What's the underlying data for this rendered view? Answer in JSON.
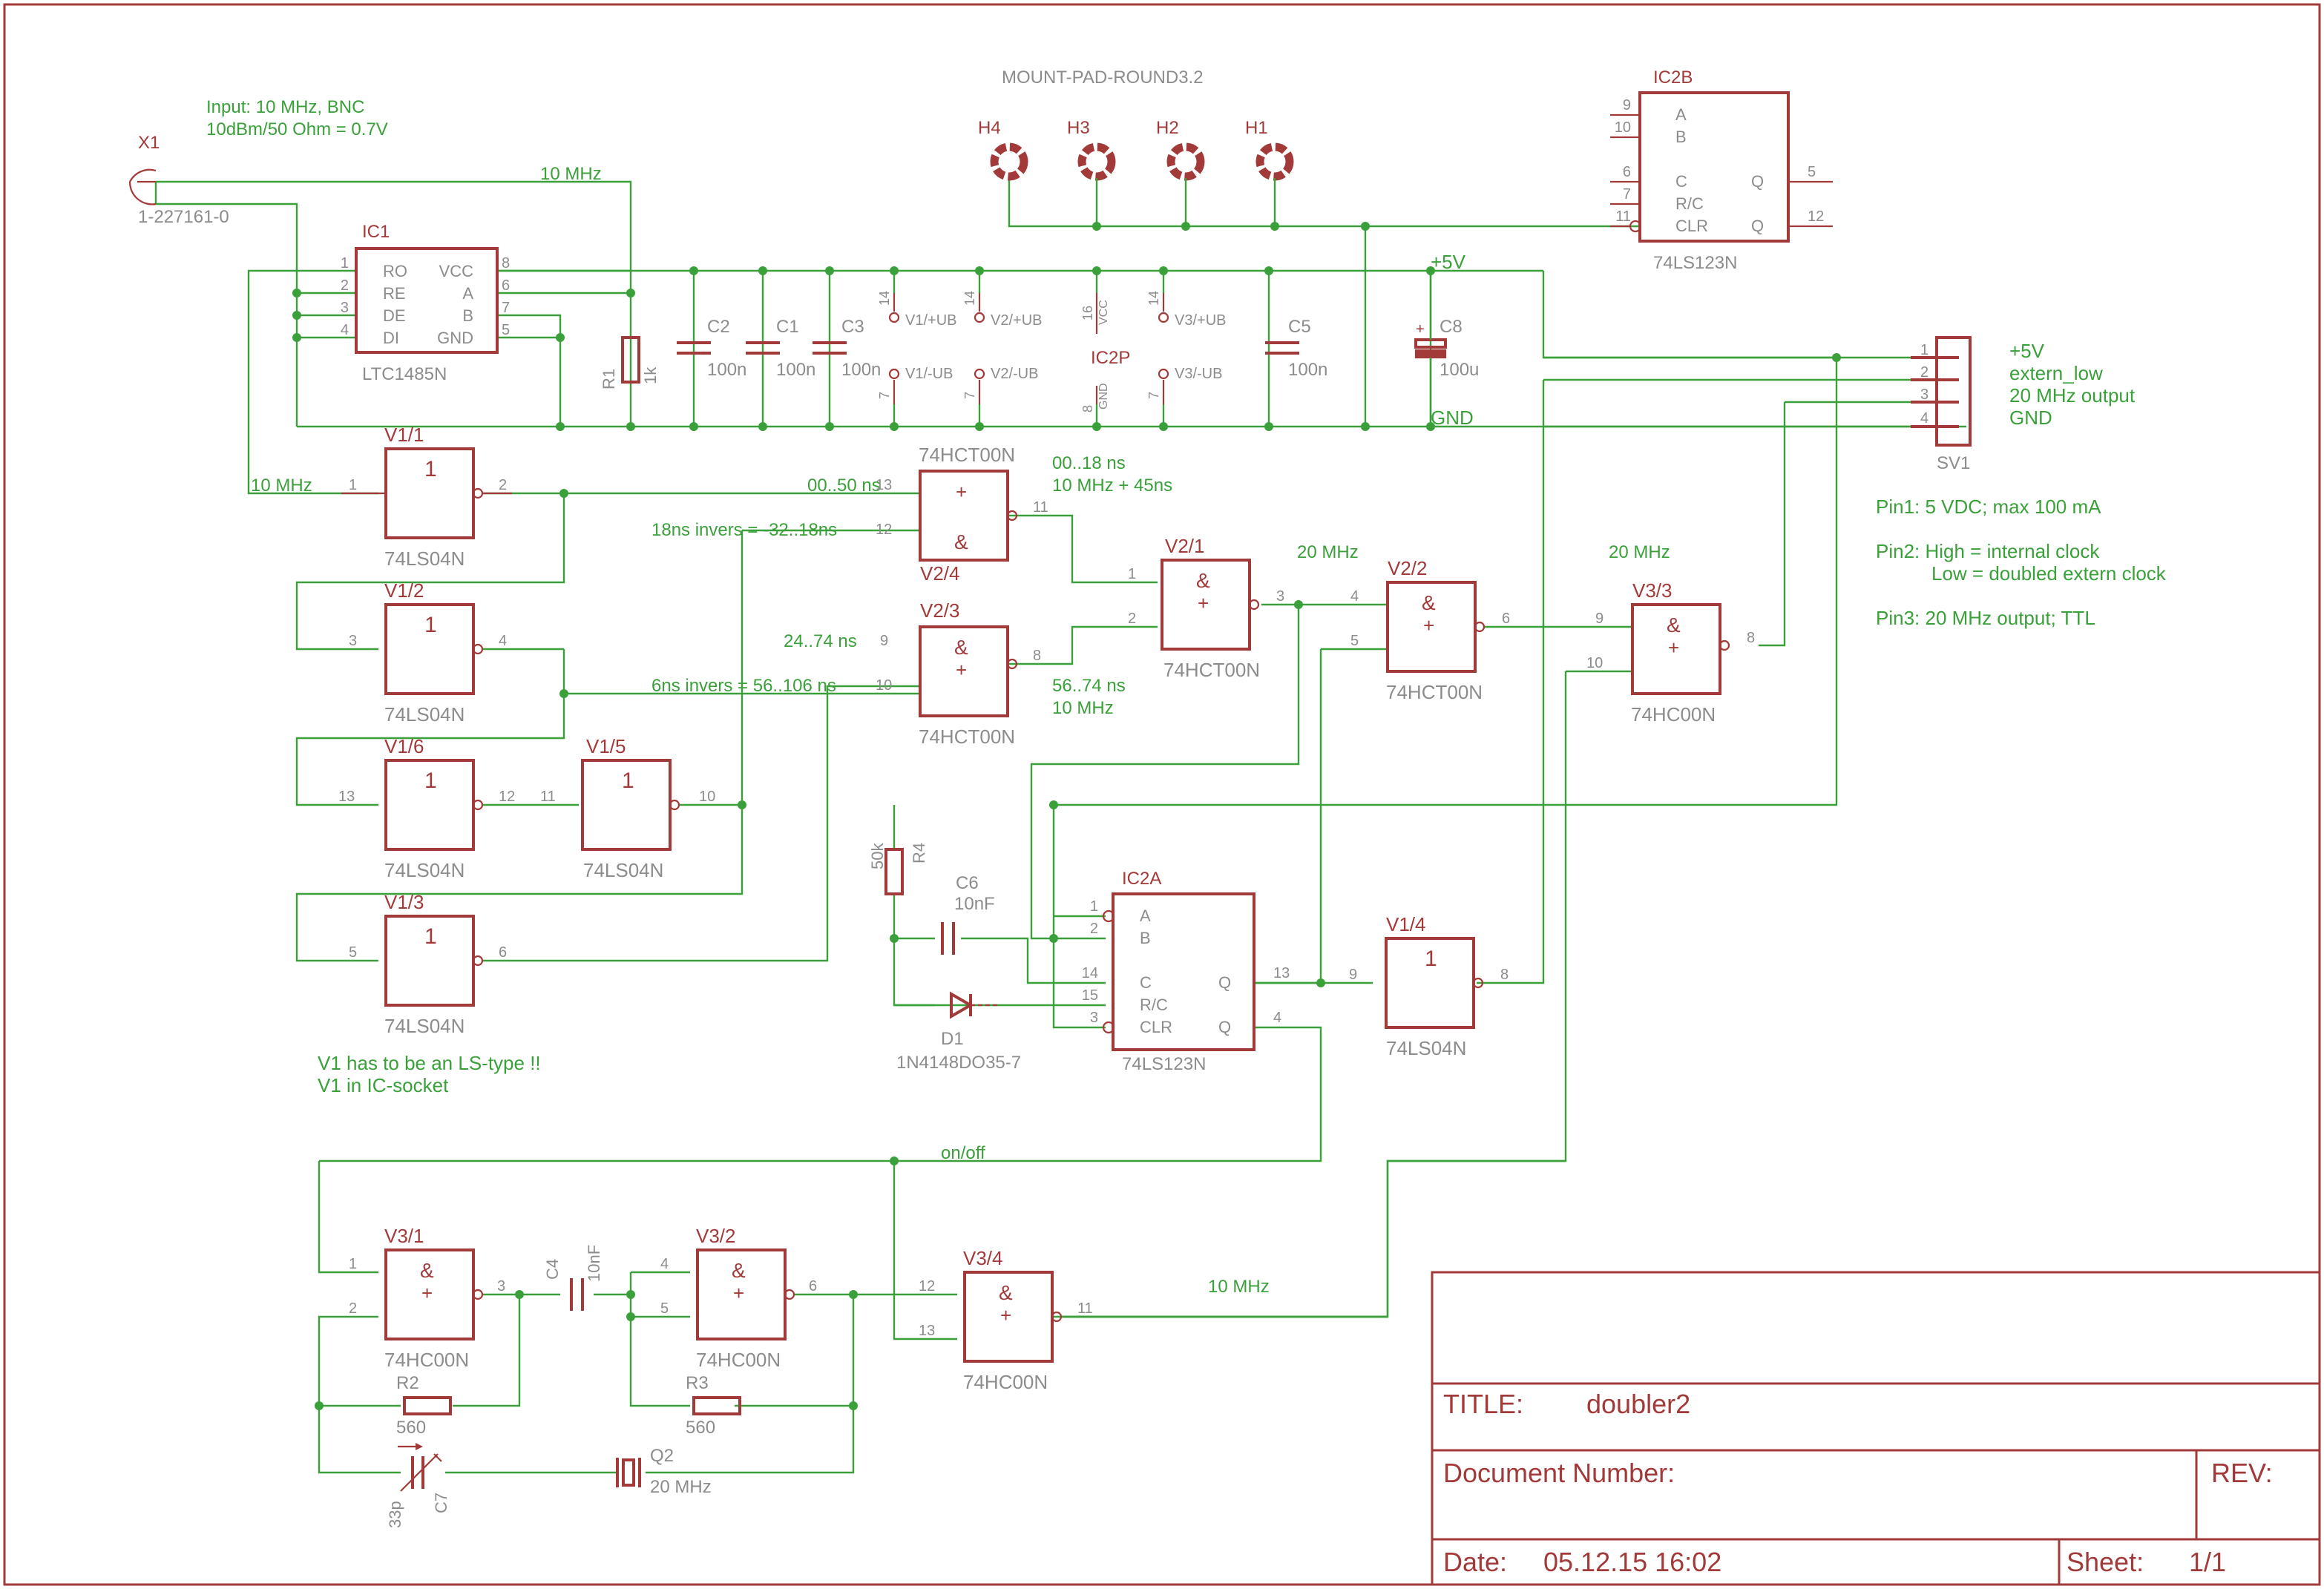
{
  "notes": {
    "input_line1": "Input: 10 MHz, BNC",
    "input_line2": "10dBm/50 Ohm = 0.7V",
    "mount_pad": "MOUNT-PAD-ROUND3.2",
    "v1_note1": "V1 has to be an LS-type !!",
    "v1_note2": "V1 in IC-socket",
    "pin1": "Pin1:  5 VDC;  max 100 mA",
    "pin2a": "Pin2: High = internal clock",
    "pin2b": "Low = doubled extern clock",
    "pin3": "Pin3: 20 MHz output; TTL"
  },
  "connector_sv1": {
    "name": "SV1",
    "labels": [
      "+5V",
      "extern_low",
      "20 MHz output",
      "GND"
    ],
    "pins": [
      "1",
      "2",
      "3",
      "4"
    ]
  },
  "bnc": {
    "name": "X1",
    "part": "1-227161-0"
  },
  "nets": {
    "n10mhz_top": "10 MHz",
    "n10mhz_left": "10 MHz",
    "plus5v": "+5V",
    "gnd": "GND",
    "t0050": "00..50 ns",
    "t0018": "00..18 ns",
    "t10p45": "10 MHz + 45ns",
    "t18inv": "18ns invers = -32..18ns",
    "t2474": "24..74 ns",
    "t6inv": "6ns invers = 56..106 ns",
    "t5674": "56..74 ns",
    "t10mhz_b": "10 MHz",
    "n20a": "20 MHz",
    "n20b": "20 MHz",
    "onoff": "on/off",
    "n10mhz_osc": "10 MHz"
  },
  "ic1": {
    "ref": "IC1",
    "part": "LTC1485N",
    "pins_left": [
      "RO",
      "RE",
      "DE",
      "DI"
    ],
    "pins_right": [
      "VCC",
      "A",
      "B",
      "GND"
    ],
    "nums_left": [
      "1",
      "2",
      "3",
      "4"
    ],
    "nums_right": [
      "8",
      "6",
      "7",
      "5"
    ]
  },
  "ic2b": {
    "ref": "IC2B",
    "part": "74LS123N",
    "labels": [
      "A",
      "B",
      "C",
      "R/C",
      "CLR",
      "Q",
      "Q"
    ],
    "nums": [
      "9",
      "10",
      "6",
      "7",
      "11",
      "5",
      "12"
    ]
  },
  "ic2a": {
    "ref": "IC2A",
    "part": "74LS123N",
    "labels": [
      "A",
      "B",
      "C",
      "R/C",
      "CLR",
      "Q",
      "Q"
    ],
    "nums": [
      "1",
      "2",
      "14",
      "15",
      "3",
      "13",
      "4"
    ]
  },
  "ic2p": {
    "ref": "IC2P",
    "vcc": "VCC",
    "gnd": "GND",
    "p16": "16",
    "p8": "8"
  },
  "supply_pins": {
    "v1p": "V1/+UB",
    "v2p": "V2/+UB",
    "v3p": "V3/+UB",
    "v1m": "V1/-UB",
    "v2m": "V2/-UB",
    "v3m": "V3/-UB",
    "n14": "14",
    "n7": "7"
  },
  "holes": [
    "H4",
    "H3",
    "H2",
    "H1"
  ],
  "caps": [
    {
      "ref": "C2",
      "val": "100n"
    },
    {
      "ref": "C1",
      "val": "100n"
    },
    {
      "ref": "C3",
      "val": "100n"
    },
    {
      "ref": "C5",
      "val": "100n"
    },
    {
      "ref": "C8",
      "val": "100u"
    },
    {
      "ref": "C6",
      "val": "10nF"
    },
    {
      "ref": "C4",
      "val": "10nF"
    },
    {
      "ref": "C7",
      "val": "33p"
    }
  ],
  "resistors": [
    {
      "ref": "R1",
      "val": "1k"
    },
    {
      "ref": "R4",
      "val": "50k"
    },
    {
      "ref": "R2",
      "val": "560"
    },
    {
      "ref": "R3",
      "val": "560"
    }
  ],
  "diode": {
    "ref": "D1",
    "part": "1N4148DO35-7"
  },
  "crystal": {
    "ref": "Q2",
    "val": "20 MHz"
  },
  "gates": {
    "v1_1": {
      "ref": "V1/1",
      "part": "74LS04N",
      "sym": "1",
      "pin_in": "1",
      "pin_out": "2"
    },
    "v1_2": {
      "ref": "V1/2",
      "part": "74LS04N",
      "sym": "1",
      "pin_in": "3",
      "pin_out": "4"
    },
    "v1_6": {
      "ref": "V1/6",
      "part": "74LS04N",
      "sym": "1",
      "pin_in": "13",
      "pin_out": "12"
    },
    "v1_5": {
      "ref": "V1/5",
      "part": "74LS04N",
      "sym": "1",
      "pin_in": "11",
      "pin_out": "10"
    },
    "v1_3": {
      "ref": "V1/3",
      "part": "74LS04N",
      "sym": "1",
      "pin_in": "5",
      "pin_out": "6"
    },
    "v1_4": {
      "ref": "V1/4",
      "part": "74LS04N",
      "sym": "1",
      "pin_in": "9",
      "pin_out": "8"
    },
    "v2_4": {
      "ref": "V2/4",
      "part": "74HCT00N",
      "p1": "13",
      "p2": "12",
      "po": "11"
    },
    "v2_3": {
      "ref": "V2/3",
      "part": "74HCT00N",
      "p1": "9",
      "p2": "10",
      "po": "8"
    },
    "v2_1": {
      "ref": "V2/1",
      "part": "74HCT00N",
      "p1": "1",
      "p2": "2",
      "po": "3"
    },
    "v2_2": {
      "ref": "V2/2",
      "part": "74HCT00N",
      "p1": "4",
      "p2": "5",
      "po": "6"
    },
    "v3_3": {
      "ref": "V3/3",
      "part": "74HC00N",
      "p1": "9",
      "p2": "10",
      "po": "8"
    },
    "v3_1": {
      "ref": "V3/1",
      "part": "74HC00N",
      "p1": "1",
      "p2": "2",
      "po": "3"
    },
    "v3_2": {
      "ref": "V3/2",
      "part": "74HC00N",
      "p1": "4",
      "p2": "5",
      "po": "6"
    },
    "v3_4": {
      "ref": "V3/4",
      "part": "74HC00N",
      "p1": "12",
      "p2": "13",
      "po": "11"
    }
  },
  "title_block": {
    "title_label": "TITLE:",
    "title": "doubler2",
    "docnum_label": "Document Number:",
    "rev_label": "REV:",
    "date_label": "Date:",
    "date": "05.12.15 16:02",
    "sheet_label": "Sheet:",
    "sheet": "1/1"
  },
  "colors": {
    "wire": "#3aa03a",
    "part": "#a33a3a",
    "name": "#8c8c8c"
  }
}
